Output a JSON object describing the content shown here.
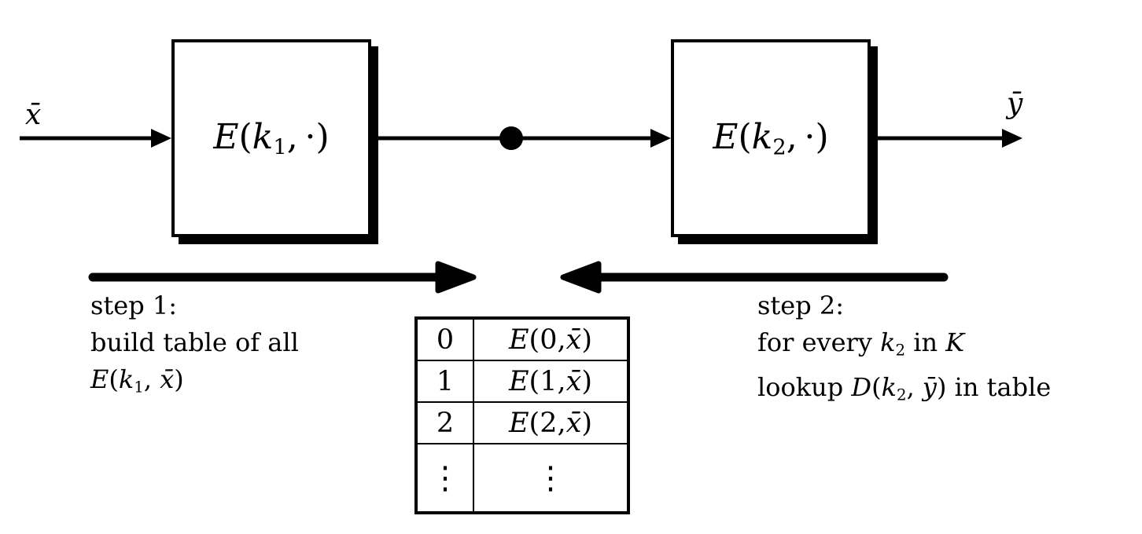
{
  "colors": {
    "ink": "#000000",
    "background": "#ffffff"
  },
  "labels": {
    "input": "x̄",
    "output": "ȳ"
  },
  "boxes": {
    "box1": {
      "E": "E",
      "open": "(",
      "k": "k",
      "sub": "1",
      "rest": ", ·)"
    },
    "box2": {
      "E": "E",
      "open": "(",
      "k": "k",
      "sub": "2",
      "rest": ", ·)"
    }
  },
  "step1": {
    "line1": "step 1:",
    "line2": "build table of all",
    "formula": {
      "E": "E",
      "open": "(",
      "k": "k",
      "sub": "1",
      "comma": ", ",
      "x": "x̄",
      "close": ")"
    }
  },
  "step2": {
    "line1": "step 2:",
    "line2_pre": "for every ",
    "k": "k",
    "k_sub": "2",
    "line2_mid": " in ",
    "K": "K",
    "line3_pre": "lookup ",
    "D": "D",
    "open": "(",
    "k2": "k",
    "k2_sub": "2",
    "comma": ", ",
    "y": "ȳ",
    "close": ")",
    "line3_post": " in table"
  },
  "table": {
    "rows": [
      {
        "key": "0",
        "E": "E",
        "mid": "(0, ",
        "x": "x̄",
        "post": ")"
      },
      {
        "key": "1",
        "E": "E",
        "mid": "(1, ",
        "x": "x̄",
        "post": ")"
      },
      {
        "key": "2",
        "E": "E",
        "mid": "(2, ",
        "x": "x̄",
        "post": ")"
      },
      {
        "key": "⋮",
        "E": "",
        "mid": "⋮",
        "x": "",
        "post": ""
      }
    ]
  }
}
